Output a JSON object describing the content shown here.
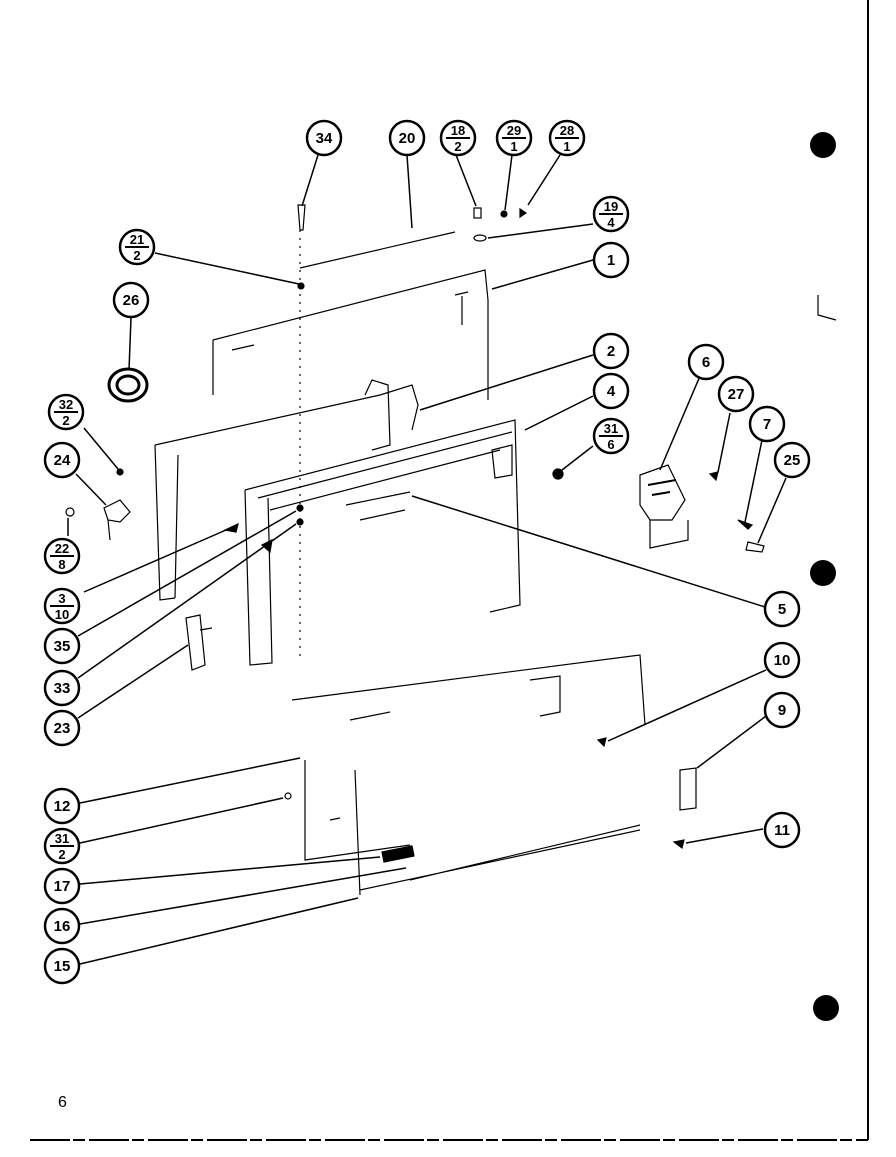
{
  "page_number": "6",
  "callouts": [
    {
      "id": "c34",
      "label": "34"
    },
    {
      "id": "c20",
      "label": "20"
    },
    {
      "id": "c18",
      "num": "18",
      "den": "2"
    },
    {
      "id": "c29",
      "num": "29",
      "den": "1"
    },
    {
      "id": "c28",
      "num": "28",
      "den": "1"
    },
    {
      "id": "c19",
      "num": "19",
      "den": "4"
    },
    {
      "id": "c21",
      "num": "21",
      "den": "2"
    },
    {
      "id": "c1",
      "label": "1"
    },
    {
      "id": "c26",
      "label": "26"
    },
    {
      "id": "c2",
      "label": "2"
    },
    {
      "id": "c6a",
      "label": "6"
    },
    {
      "id": "c27",
      "label": "27"
    },
    {
      "id": "c4",
      "label": "4"
    },
    {
      "id": "c7",
      "label": "7"
    },
    {
      "id": "c31a",
      "num": "31",
      "den": "6"
    },
    {
      "id": "c25",
      "label": "25"
    },
    {
      "id": "c32",
      "num": "32",
      "den": "2"
    },
    {
      "id": "c24",
      "label": "24"
    },
    {
      "id": "c22",
      "num": "22",
      "den": "8"
    },
    {
      "id": "c3",
      "num": "3",
      "den": "10"
    },
    {
      "id": "c5",
      "label": "5"
    },
    {
      "id": "c35",
      "label": "35"
    },
    {
      "id": "c33",
      "label": "33"
    },
    {
      "id": "c23",
      "label": "23"
    },
    {
      "id": "c10",
      "label": "10"
    },
    {
      "id": "c9",
      "label": "9"
    },
    {
      "id": "c12",
      "label": "12"
    },
    {
      "id": "c11",
      "label": "11"
    },
    {
      "id": "c31b",
      "num": "31",
      "den": "2"
    },
    {
      "id": "c17",
      "label": "17"
    },
    {
      "id": "c16",
      "label": "16"
    },
    {
      "id": "c15",
      "label": "15"
    }
  ]
}
